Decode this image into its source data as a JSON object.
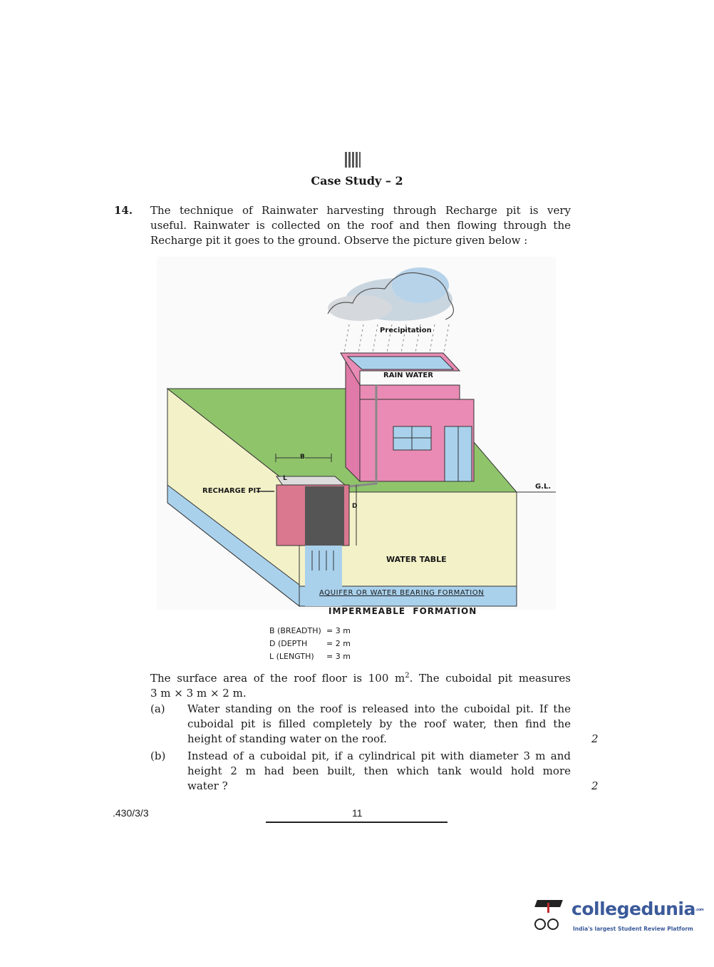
{
  "header": {
    "qr_icon": "qr-code-icon",
    "title": "Case Study – 2"
  },
  "question": {
    "number": "14.",
    "intro_lines": [
      "The technique of Rainwater harvesting through Recharge pit is very",
      "useful. Rainwater is collected on the roof and then flowing through the",
      "Recharge pit it goes to the ground. Observe the picture given below :"
    ]
  },
  "diagram": {
    "precipitation": "Precipitation",
    "rain_water": "RAIN WATER",
    "breadth_marker": "B",
    "length_marker": "L",
    "depth_marker": "D",
    "recharge_pit": "RECHARGE PIT",
    "ground_level": "G.L.",
    "water_table": "WATER TABLE",
    "aquifer": "AQUIFER OR WATER BEARING FORMATION",
    "impermeable": "IMPERMEABLE  FORMATION",
    "legend": [
      {
        "label": "B (BREADTH)",
        "value": "= 3 m"
      },
      {
        "label": "D (DEPTH",
        "value": "= 2 m"
      },
      {
        "label": "L (LENGTH)",
        "value": "= 3 m"
      }
    ],
    "colors": {
      "green": "#8fc46b",
      "sand": "#f3f1c8",
      "blue": "#a9d1ec",
      "pink": "#e98bb4",
      "brick": "#d9788f"
    }
  },
  "body": {
    "line1_a": "The surface area of the roof floor is 100 m",
    "line1_sup": "2",
    "line1_b": ". The cuboidal pit measures",
    "line2": "3 m × 3 m × 2 m."
  },
  "parts": [
    {
      "label": "(a)",
      "lines": [
        "Water standing on the roof is released into the cuboidal pit. If the",
        "cuboidal pit is filled completely by the roof water, then find the",
        "height of standing water on the roof."
      ],
      "marks": "2"
    },
    {
      "label": "(b)",
      "lines": [
        "Instead of a cuboidal pit, if a cylindrical pit with diameter 3 m and",
        "height 2 m had been built, then which tank would hold more",
        "water ?"
      ],
      "marks": "2"
    }
  ],
  "footer": {
    "code": ".430/3/3",
    "page": "11"
  },
  "watermark": {
    "brand": "collegedunia",
    "brand_suffix": ".com",
    "tagline": "India's largest Student Review Platform"
  }
}
